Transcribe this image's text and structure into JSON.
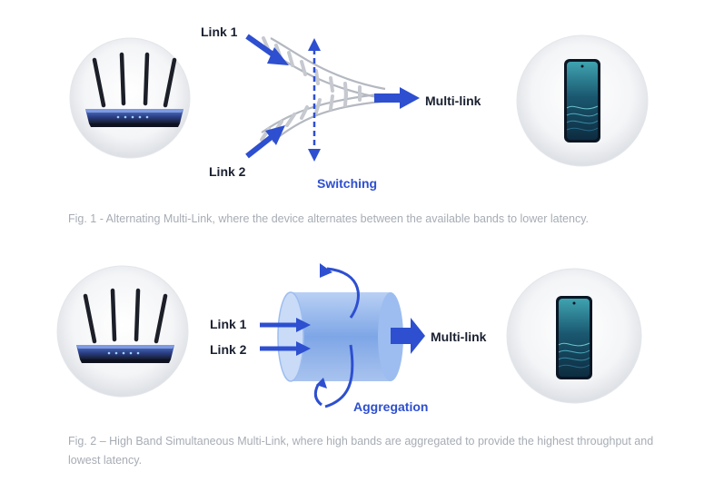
{
  "figure1": {
    "link1": "Link 1",
    "link2": "Link 2",
    "output": "Multi-link",
    "action": "Switching",
    "caption": "Fig. 1 - Alternating Multi-Link, where the device alternates between the available bands to lower latency."
  },
  "figure2": {
    "link1": "Link 1",
    "link2": "Link 2",
    "output": "Multi-link",
    "action": "Aggregation",
    "caption": "Fig. 2 – High Band Simultaneous Multi-Link, where high bands are aggregated to provide the highest throughput and lowest latency."
  },
  "colors": {
    "accent_blue": "#2d4fd0",
    "cylinder_blue": "#8fb3ea",
    "rail_grey": "#b4b8c0",
    "caption_grey": "#a7acb4"
  },
  "icons": [
    "router-icon",
    "smartphone-icon"
  ]
}
